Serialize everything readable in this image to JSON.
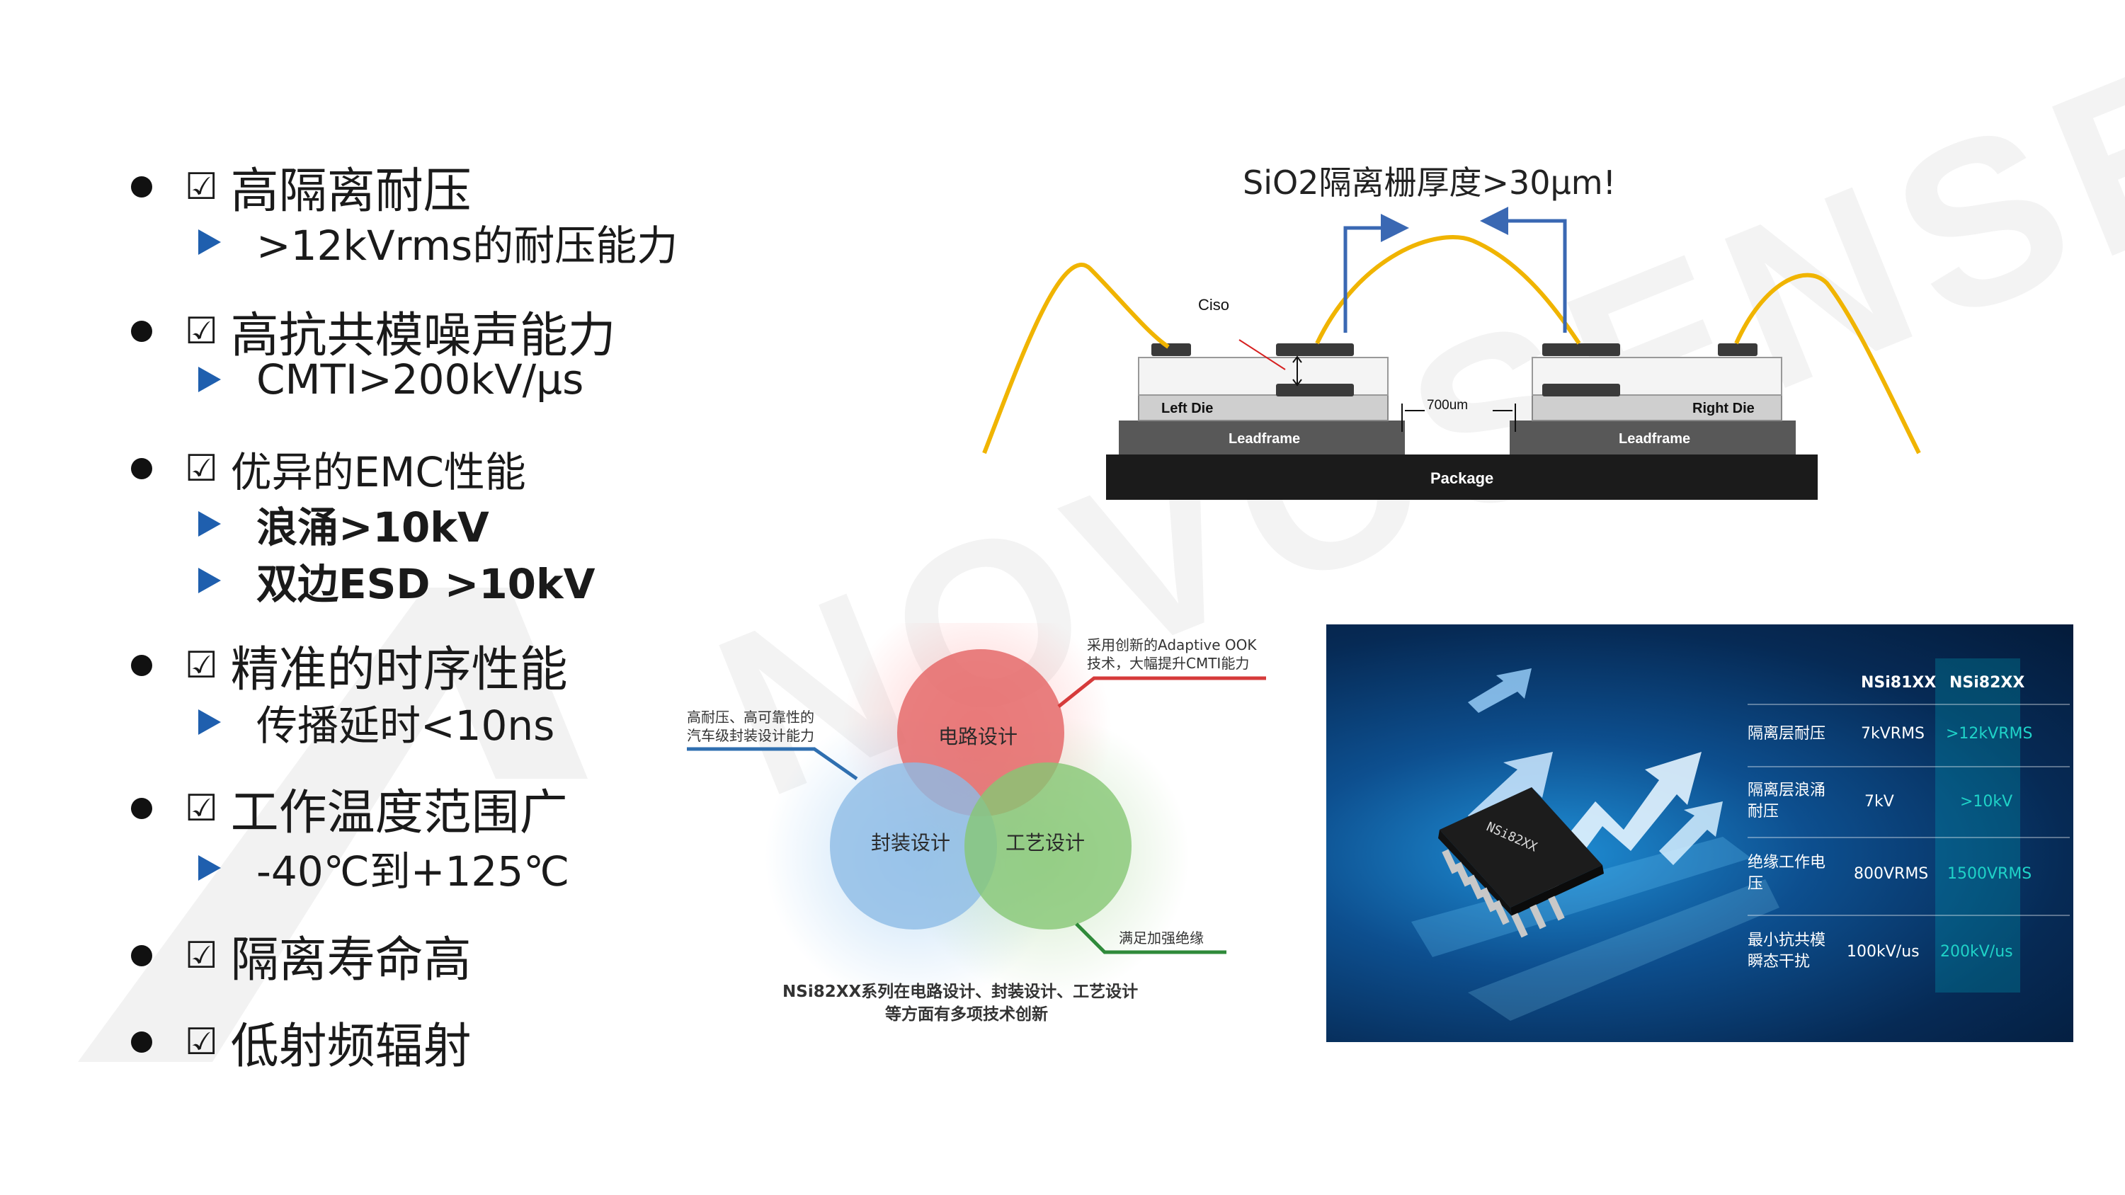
{
  "bullets": [
    {
      "label": "高隔离耐压",
      "subs": [
        ">12kVrms的耐压能力"
      ]
    },
    {
      "label": "高抗共模噪声能力",
      "subs": [
        "CMTI>200kV/μs"
      ]
    },
    {
      "label": "优异的EMC性能",
      "subs": [
        "浪涌>10kV",
        "双边ESD >10kV"
      ]
    },
    {
      "label": "精准的时序性能",
      "subs": [
        "传播延时<10ns"
      ]
    },
    {
      "label": "工作温度范围广",
      "subs": [
        "-40℃到+125℃"
      ]
    },
    {
      "label": "隔离寿命高",
      "subs": []
    },
    {
      "label": "低射频辐射",
      "subs": []
    }
  ],
  "checkbox": "☑",
  "watermark": "NOVOSENSE",
  "diagram": {
    "title": "SiO2隔离栅厚度>30μm!",
    "ciso": "Ciso",
    "left_die": "Left Die",
    "right_die": "Right Die",
    "leadframe": "Leadframe",
    "package": "Package",
    "gap": "700um"
  },
  "venn": {
    "circle_top": "电路设计",
    "circle_left": "封装设计",
    "circle_right": "工艺设计",
    "note_left_1": "高耐压、高可靠性的",
    "note_left_2": "汽车级封装设计能力",
    "note_right_1": "采用创新的Adaptive OOK",
    "note_right_2": "技术，大幅提升CMTI能力",
    "note_bottom": "满足加强绝缘",
    "caption_1": "NSi82XX系列在电路设计、封装设计、工艺设计",
    "caption_2": "等方面有多项技术创新"
  },
  "panel": {
    "chip_label": "NSi82XX",
    "headers": [
      "NSi81XX",
      "NSi82XX"
    ],
    "rows": [
      {
        "name_1": "隔离层耐压",
        "name_2": "",
        "a": "7kVRMS",
        "b": ">12kVRMS"
      },
      {
        "name_1": "隔离层浪涌",
        "name_2": "耐压",
        "a": "7kV",
        "b": ">10kV"
      },
      {
        "name_1": "绝缘工作电",
        "name_2": "压",
        "a": "800VRMS",
        "b": "1500VRMS"
      },
      {
        "name_1": "最小抗共模",
        "name_2": "瞬态干扰",
        "a": "100kV/us",
        "b": "200kV/us"
      }
    ]
  },
  "colors": {
    "accent_blue": "#1f5fae",
    "wire_yellow": "#f0b400",
    "highlight_cyan": "#1fd3c8"
  }
}
